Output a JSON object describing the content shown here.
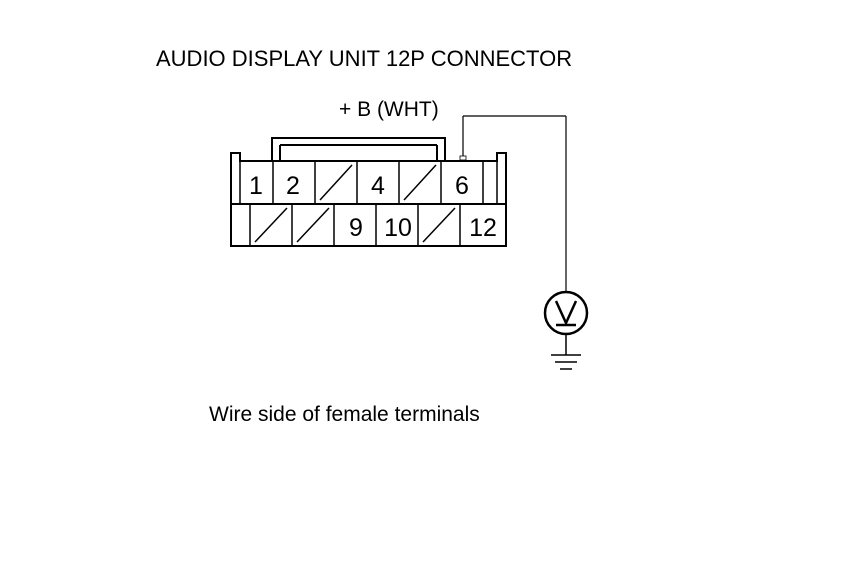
{
  "title": "AUDIO DISPLAY UNIT 12P CONNECTOR",
  "wire_label": "+ B (WHT)",
  "caption": "Wire side of female terminals",
  "connector": {
    "top_row": [
      "1",
      "2",
      "",
      "4",
      "",
      "6"
    ],
    "bottom_row": [
      "",
      "",
      "9",
      "10",
      "",
      "12"
    ]
  },
  "meter_symbol": "V"
}
